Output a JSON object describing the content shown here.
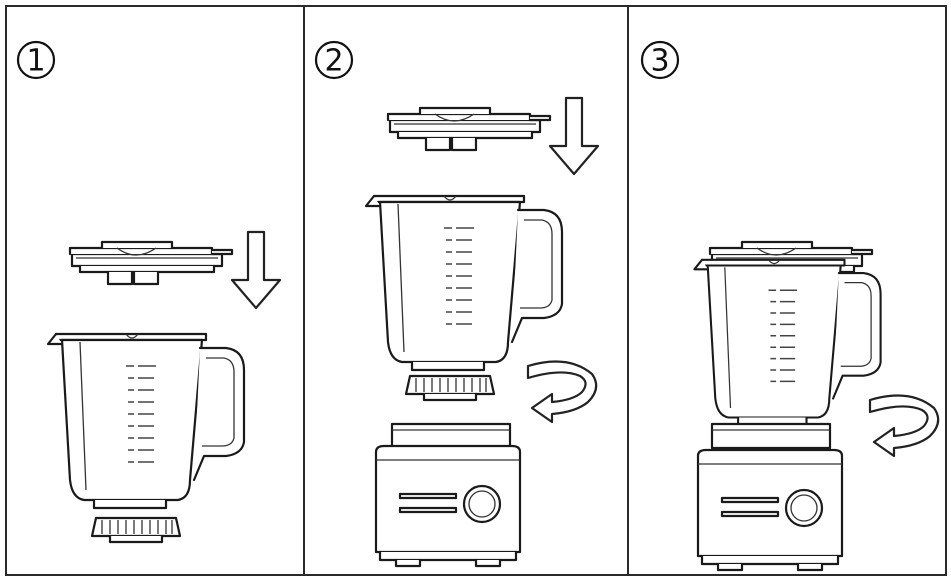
{
  "steps": [
    {
      "label": "①",
      "value": "1"
    },
    {
      "label": "②",
      "value": "2"
    },
    {
      "label": "③",
      "value": "3"
    }
  ],
  "icons": {
    "down_arrow": "down-arrow-icon",
    "rotate_arrow": "rotate-arrow-icon",
    "speed_knob": "speed-knob-icon"
  },
  "colors": {
    "line": "#1a1a1a",
    "background": "#ffffff",
    "panel_border": "#2a2a2a"
  }
}
